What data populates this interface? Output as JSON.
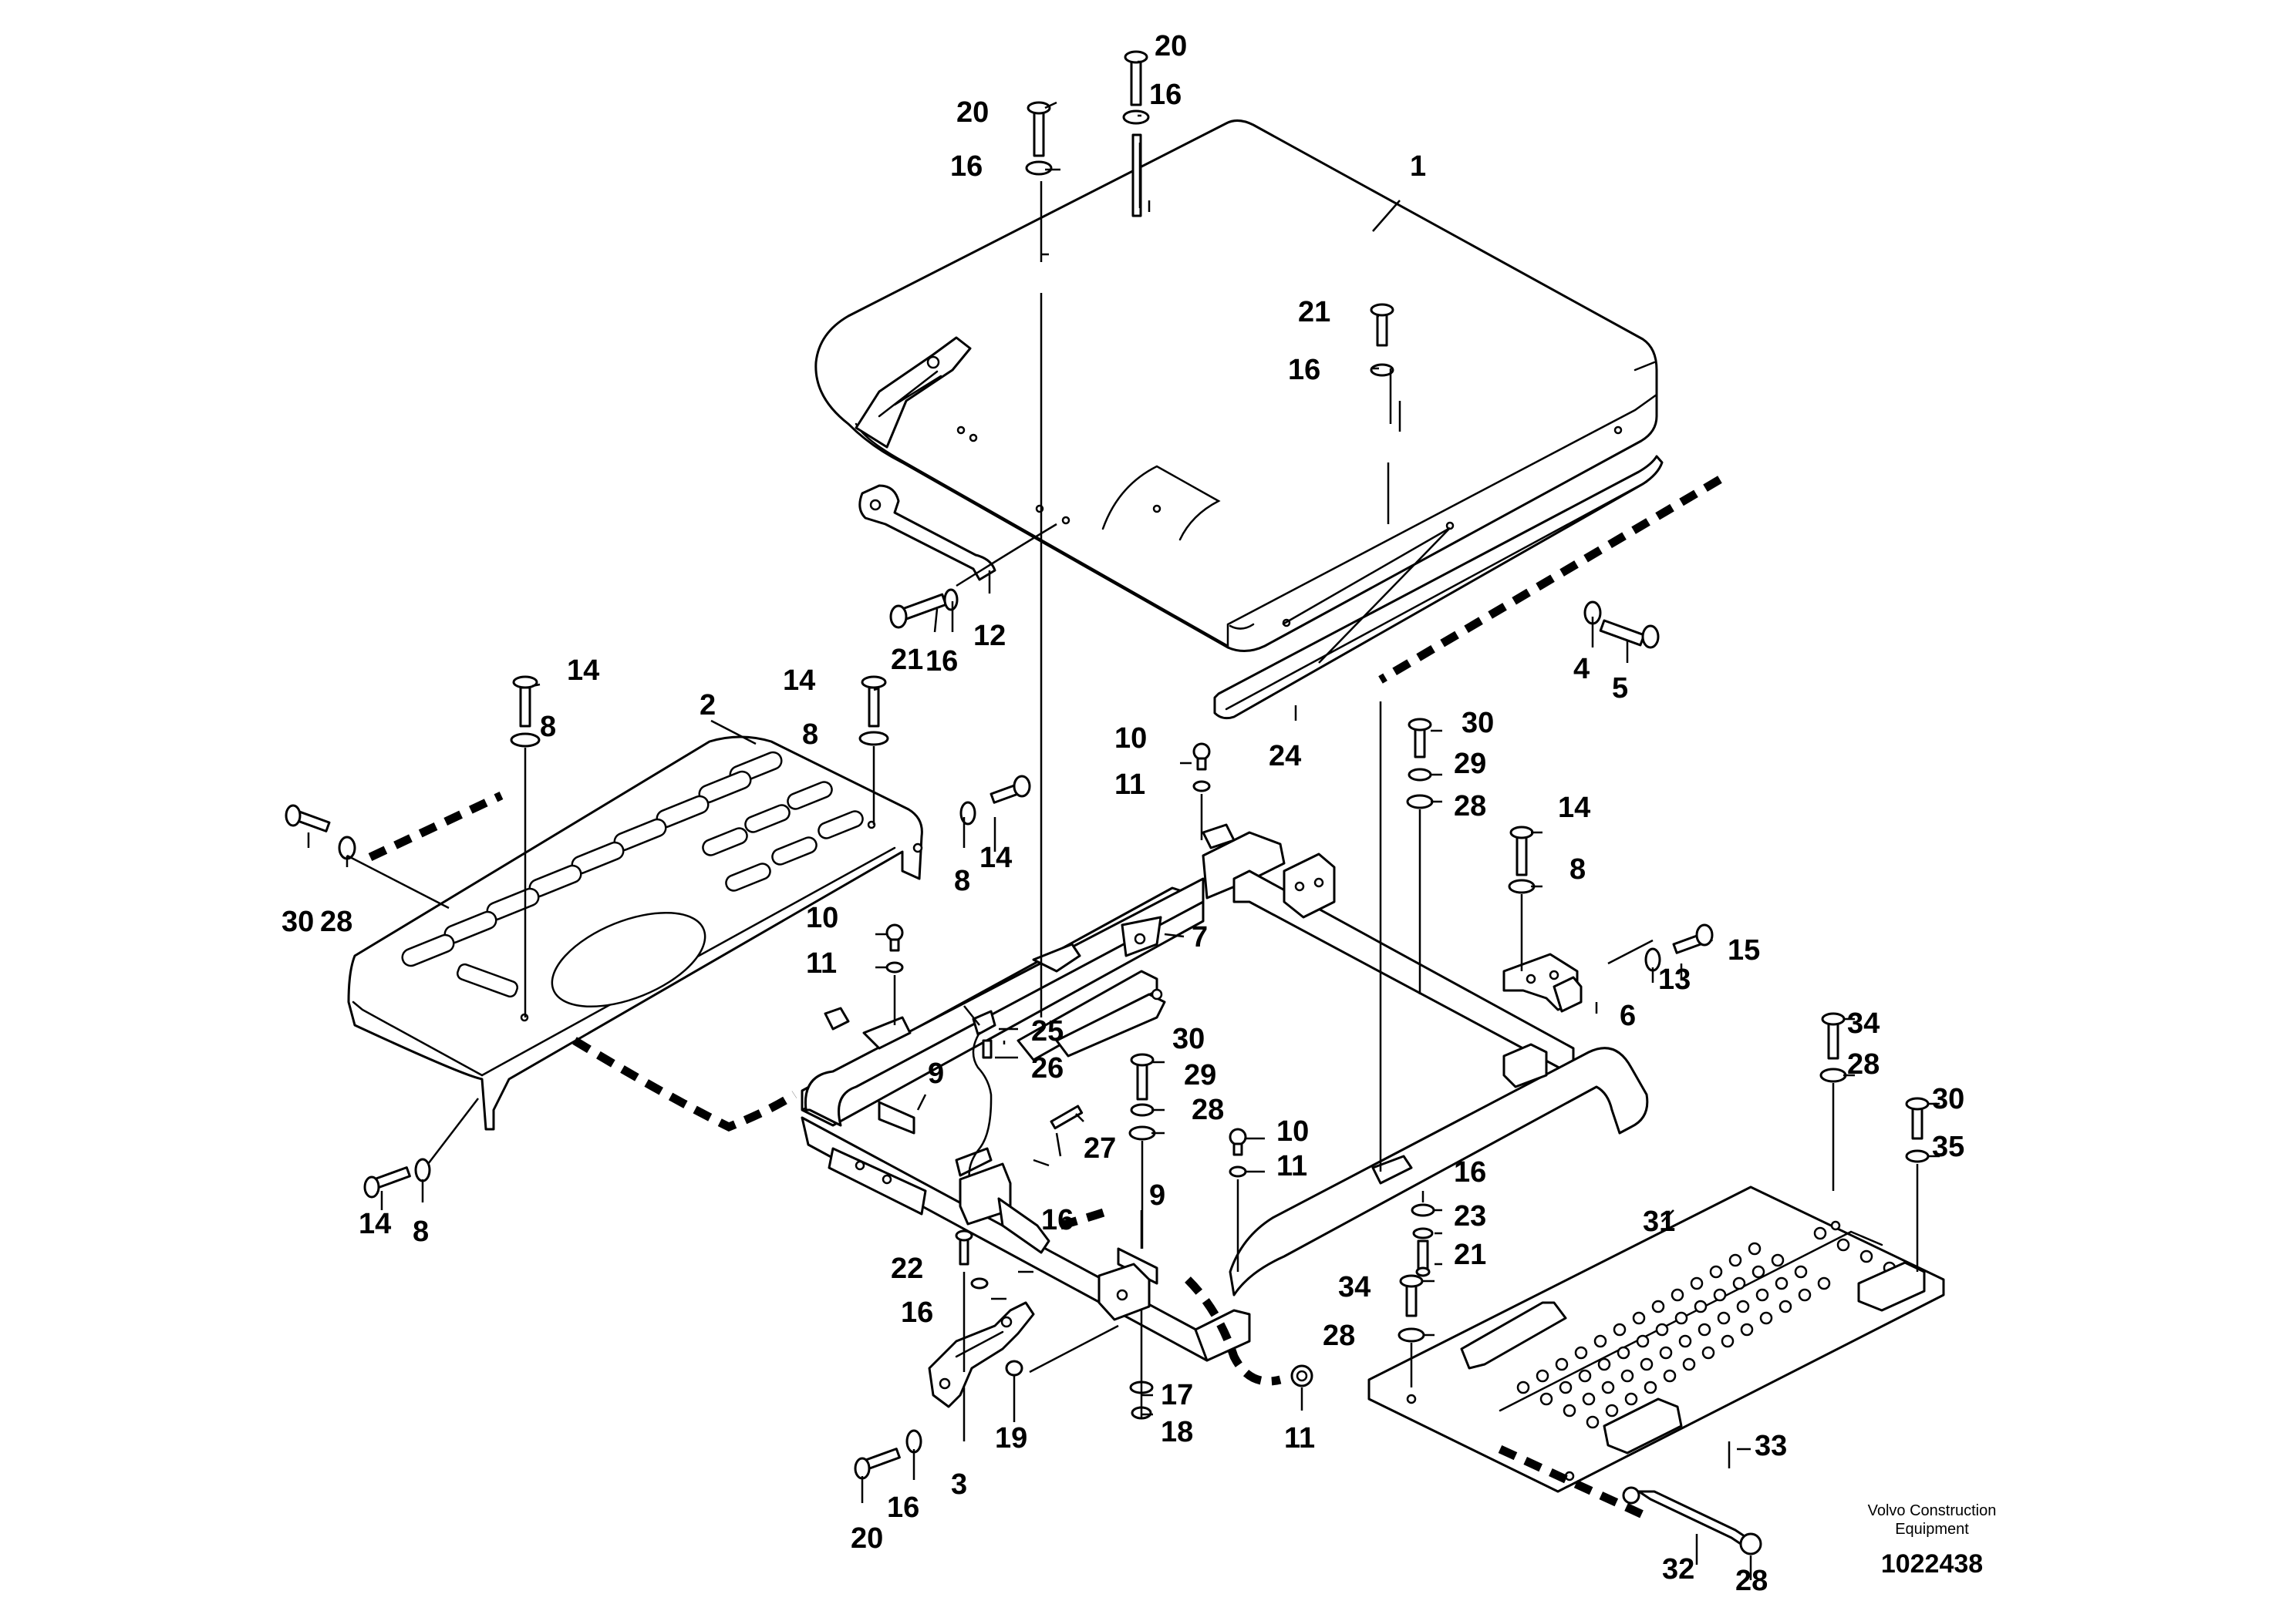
{
  "drawing": {
    "credit_line_1": "Volvo Construction",
    "credit_line_2": "Equipment",
    "number": "1022438"
  },
  "callouts": [
    {
      "id": "c1",
      "label": "1"
    },
    {
      "id": "c2",
      "label": "2"
    },
    {
      "id": "c3",
      "label": "3"
    },
    {
      "id": "c4",
      "label": "4"
    },
    {
      "id": "c5",
      "label": "5"
    },
    {
      "id": "c6",
      "label": "6"
    },
    {
      "id": "c7",
      "label": "7"
    },
    {
      "id": "c8a",
      "label": "8"
    },
    {
      "id": "c8b",
      "label": "8"
    },
    {
      "id": "c8c",
      "label": "8"
    },
    {
      "id": "c8d",
      "label": "8"
    },
    {
      "id": "c8e",
      "label": "8"
    },
    {
      "id": "c9a",
      "label": "9"
    },
    {
      "id": "c9b",
      "label": "9"
    },
    {
      "id": "c10a",
      "label": "10"
    },
    {
      "id": "c10b",
      "label": "10"
    },
    {
      "id": "c10c",
      "label": "10"
    },
    {
      "id": "c11a",
      "label": "11"
    },
    {
      "id": "c11b",
      "label": "11"
    },
    {
      "id": "c11c",
      "label": "11"
    },
    {
      "id": "c11d",
      "label": "11"
    },
    {
      "id": "c12",
      "label": "12"
    },
    {
      "id": "c13",
      "label": "13"
    },
    {
      "id": "c14a",
      "label": "14"
    },
    {
      "id": "c14b",
      "label": "14"
    },
    {
      "id": "c14c",
      "label": "14"
    },
    {
      "id": "c14d",
      "label": "14"
    },
    {
      "id": "c14e",
      "label": "14"
    },
    {
      "id": "c15",
      "label": "15"
    },
    {
      "id": "c16a",
      "label": "16"
    },
    {
      "id": "c16b",
      "label": "16"
    },
    {
      "id": "c16c",
      "label": "16"
    },
    {
      "id": "c16d",
      "label": "16"
    },
    {
      "id": "c16e",
      "label": "16"
    },
    {
      "id": "c16f",
      "label": "16"
    },
    {
      "id": "c16g",
      "label": "16"
    },
    {
      "id": "c16h",
      "label": "16"
    },
    {
      "id": "c17",
      "label": "17"
    },
    {
      "id": "c18",
      "label": "18"
    },
    {
      "id": "c19",
      "label": "19"
    },
    {
      "id": "c20a",
      "label": "20"
    },
    {
      "id": "c20b",
      "label": "20"
    },
    {
      "id": "c20c",
      "label": "20"
    },
    {
      "id": "c21a",
      "label": "21"
    },
    {
      "id": "c21b",
      "label": "21"
    },
    {
      "id": "c21c",
      "label": "21"
    },
    {
      "id": "c22",
      "label": "22"
    },
    {
      "id": "c23",
      "label": "23"
    },
    {
      "id": "c24",
      "label": "24"
    },
    {
      "id": "c25",
      "label": "25"
    },
    {
      "id": "c26",
      "label": "26"
    },
    {
      "id": "c27",
      "label": "27"
    },
    {
      "id": "c28a",
      "label": "28"
    },
    {
      "id": "c28b",
      "label": "28"
    },
    {
      "id": "c28c",
      "label": "28"
    },
    {
      "id": "c28d",
      "label": "28"
    },
    {
      "id": "c28e",
      "label": "28"
    },
    {
      "id": "c28f",
      "label": "28"
    },
    {
      "id": "c29a",
      "label": "29"
    },
    {
      "id": "c29b",
      "label": "29"
    },
    {
      "id": "c30a",
      "label": "30"
    },
    {
      "id": "c30b",
      "label": "30"
    },
    {
      "id": "c30c",
      "label": "30"
    },
    {
      "id": "c30d",
      "label": "30"
    },
    {
      "id": "c31",
      "label": "31"
    },
    {
      "id": "c32",
      "label": "32"
    },
    {
      "id": "c33",
      "label": "33"
    },
    {
      "id": "c34a",
      "label": "34"
    },
    {
      "id": "c34b",
      "label": "34"
    },
    {
      "id": "c35",
      "label": "35"
    }
  ]
}
